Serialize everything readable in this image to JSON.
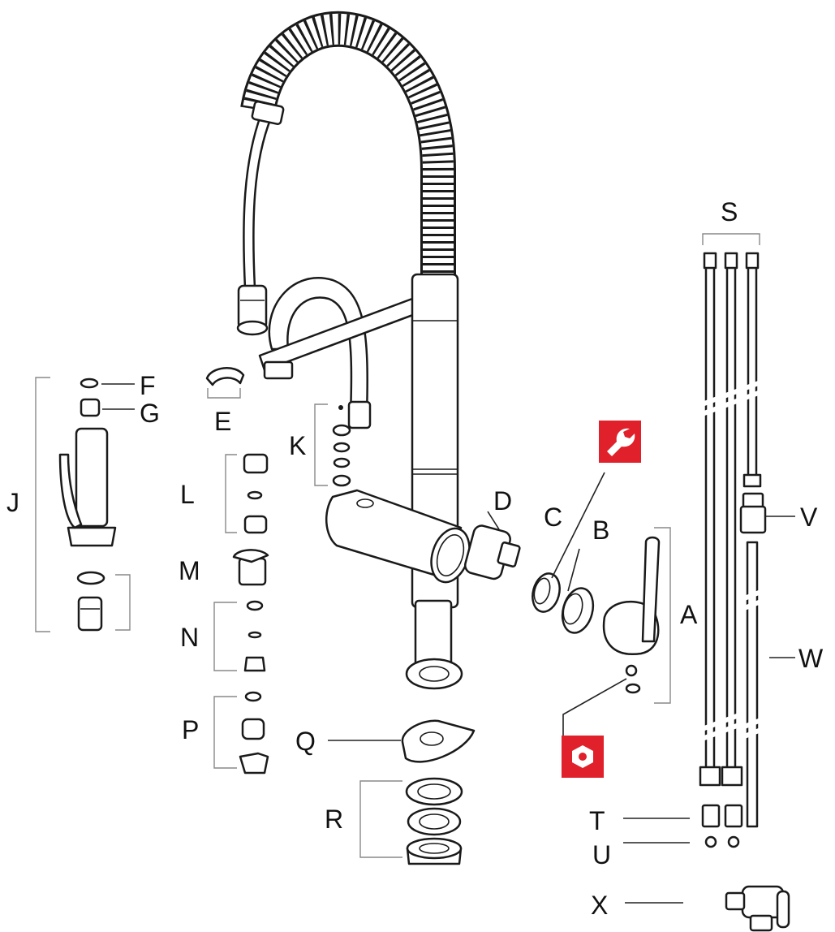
{
  "labels": {
    "A": "A",
    "B": "B",
    "C": "C",
    "D": "D",
    "E": "E",
    "F": "F",
    "G": "G",
    "J": "J",
    "K": "K",
    "L": "L",
    "M": "M",
    "N": "N",
    "P": "P",
    "Q": "Q",
    "R": "R",
    "S": "S",
    "T": "T",
    "U": "U",
    "V": "V",
    "W": "W",
    "X": "X"
  },
  "icons": {
    "wrench": "wrench-icon",
    "hex": "hex-key-icon",
    "accent": "#e0202a"
  }
}
